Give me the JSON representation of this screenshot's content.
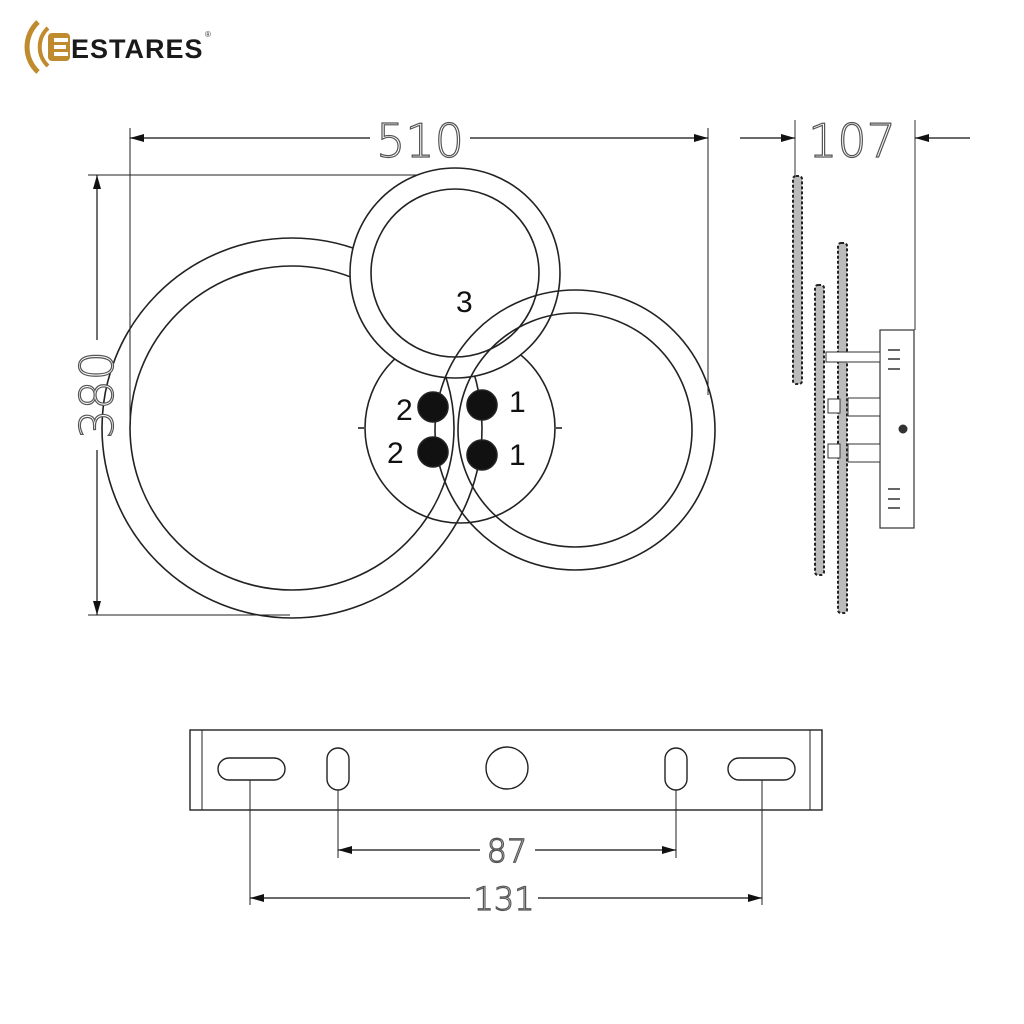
{
  "logo": {
    "brand": "ESTARES",
    "registered": "®",
    "accent_color": "#c08a2e"
  },
  "front_view": {
    "width_dim": "510",
    "height_dim": "380",
    "labels": {
      "top_ring": "3",
      "left_upper": "2",
      "left_lower": "2",
      "right_upper": "1",
      "right_lower": "1"
    }
  },
  "side_view": {
    "depth_dim": "107"
  },
  "bracket": {
    "inner_dim": "87",
    "outer_dim": "131"
  }
}
